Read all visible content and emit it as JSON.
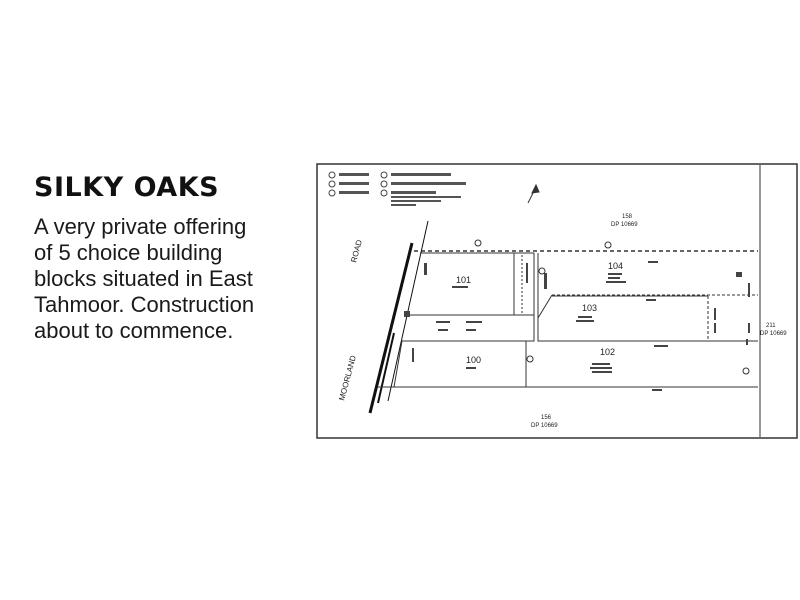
{
  "heading": "SILKY OAKS",
  "description_lines": [
    "A very private offering",
    "of 5 choice building",
    "blocks situated in East",
    "Tahmoor. Construction",
    "about to commence."
  ],
  "plan": {
    "road_label_1": "ROAD",
    "road_label_2": "MOORLAND",
    "lots": [
      {
        "number": "101"
      },
      {
        "number": "104"
      },
      {
        "number": "103"
      },
      {
        "number": "100"
      },
      {
        "number": "102"
      }
    ],
    "adjoining": [
      {
        "lot": "158",
        "dp": "DP 10669"
      },
      {
        "lot": "211",
        "dp": "DP 10669"
      },
      {
        "lot": "156",
        "dp": "DP 10669"
      }
    ],
    "colors": {
      "ink": "#222222",
      "paper": "#ffffff",
      "border": "#333333"
    }
  }
}
